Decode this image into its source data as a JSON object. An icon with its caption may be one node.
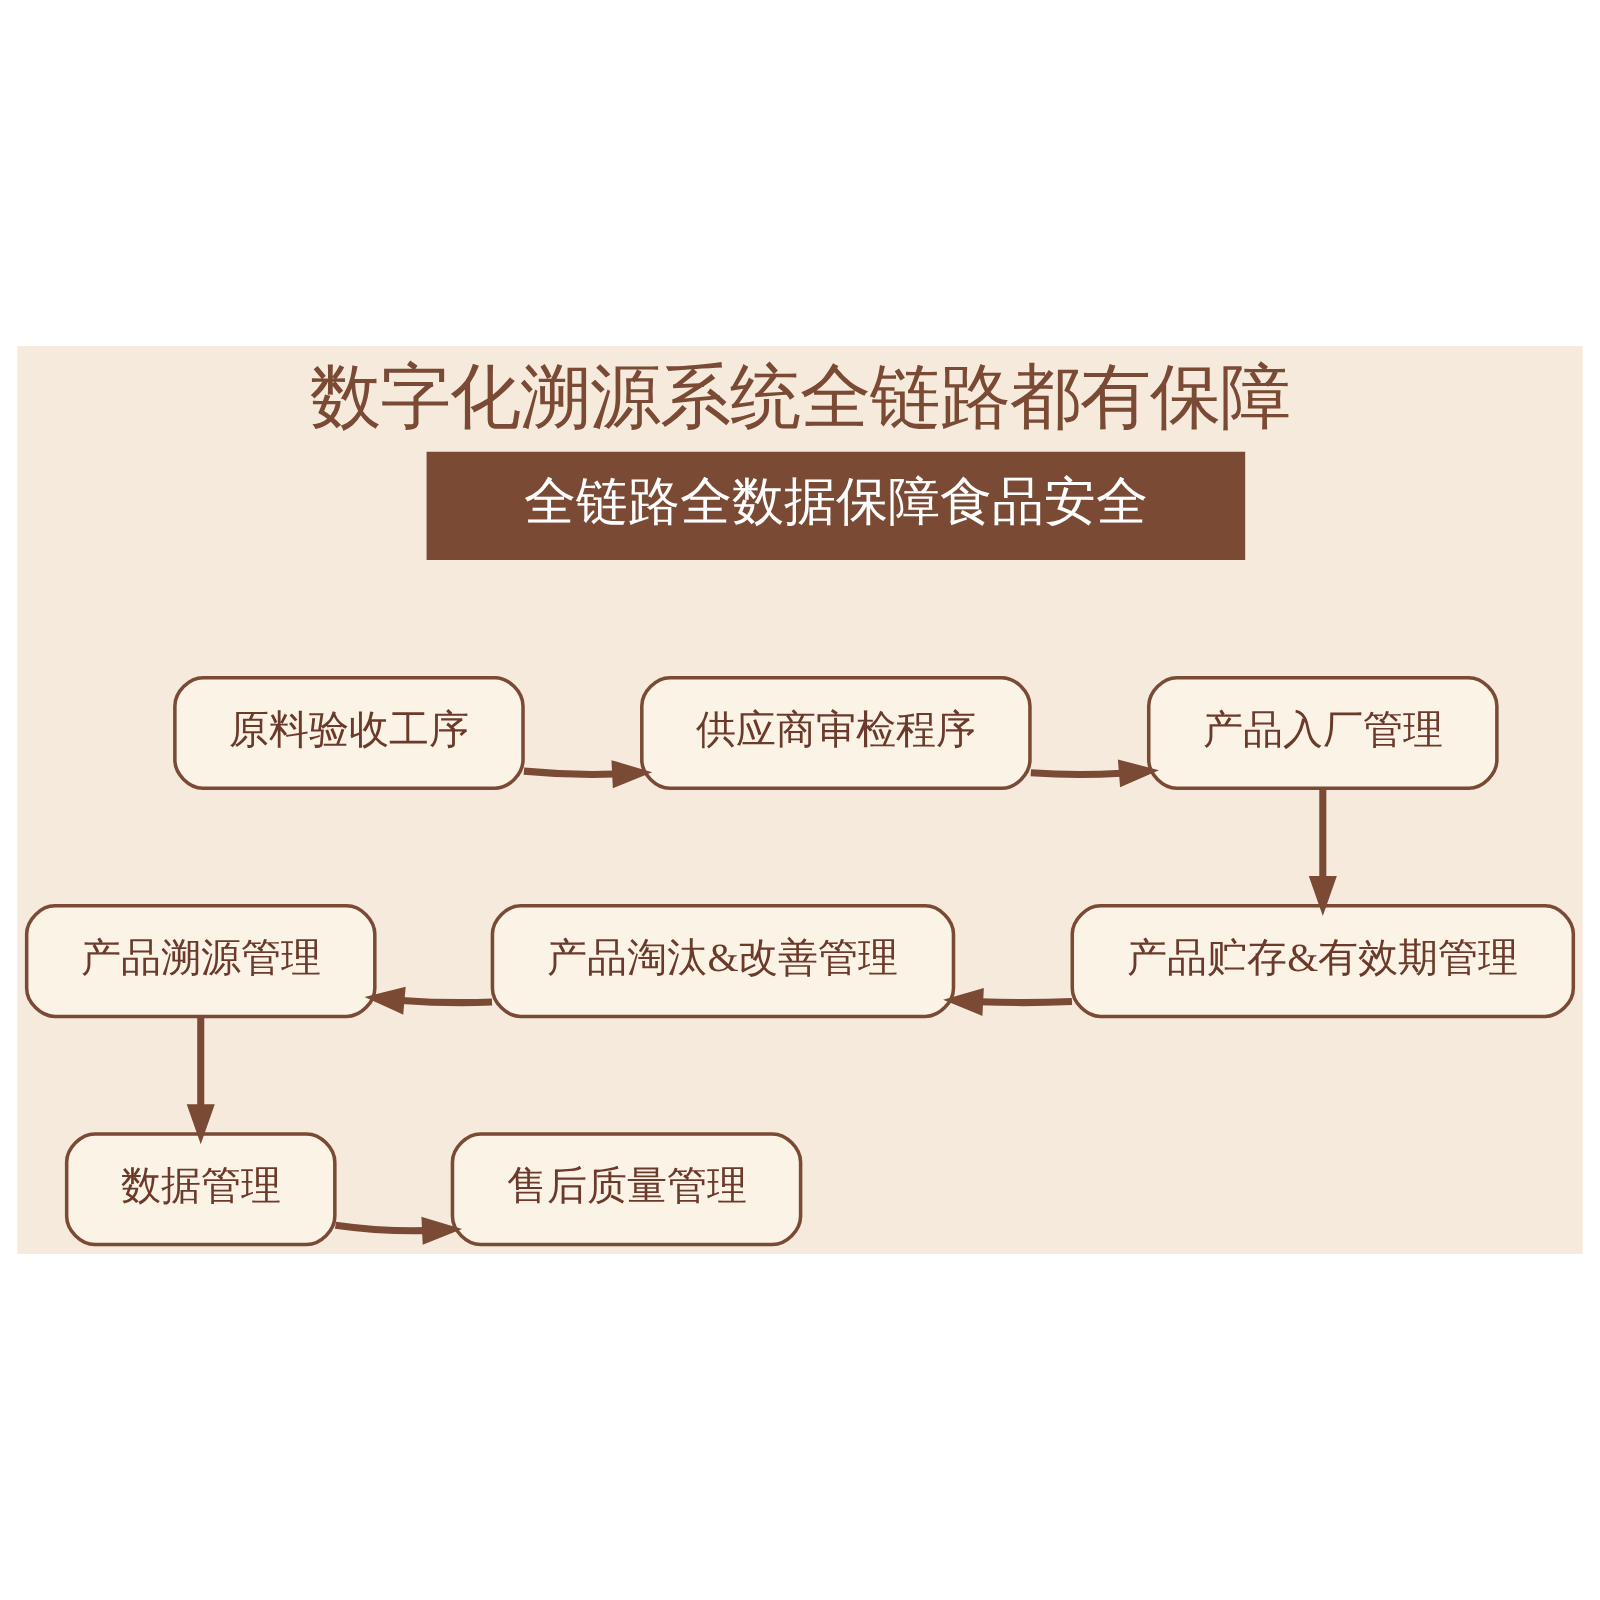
{
  "diagram": {
    "title": "数字化溯源系统全链路都有保障",
    "nodes": [
      {
        "text": [
          "原料验收工序"
        ]
      },
      {
        "text": [
          "供应商审检程序"
        ]
      },
      {
        "text": [
          "产品入厂管理"
        ]
      },
      {
        "text": [
          "产品溯源管理"
        ]
      },
      {
        "text": [
          "产品淘汰&改善管理"
        ]
      },
      {
        "text": [
          "产品贮存&有效期管理"
        ]
      },
      {
        "text": [
          "数据管理"
        ]
      },
      {
        "text": [
          "售后质量管理"
        ]
      }
    ],
    "edges": [
      {
        "from": 0,
        "to": 1,
        "arrow": "to"
      },
      {
        "from": 1,
        "to": 2,
        "arrow": "to"
      },
      {
        "from": 2,
        "to": 5,
        "arrow": "to"
      },
      {
        "from": 5,
        "to": 4,
        "arrow": "to"
      },
      {
        "from": 4,
        "to": 3,
        "arrow": "to"
      },
      {
        "from": 3,
        "to": 6,
        "arrow": "to"
      },
      {
        "from": 6,
        "to": 7,
        "arrow": "to"
      }
    ],
    "labels": [
      "全链路全数据保障食品安全"
    ]
  }
}
